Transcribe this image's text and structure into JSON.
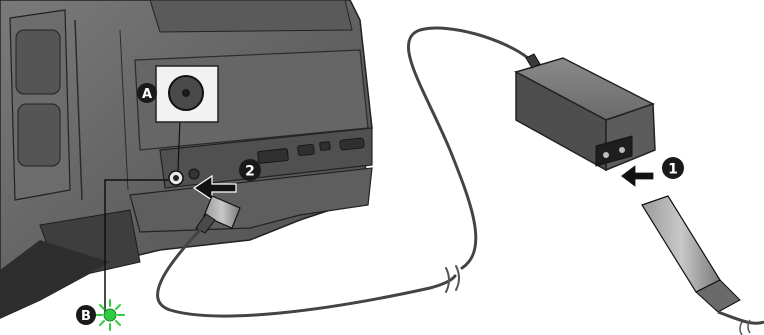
{
  "markers": {
    "a": "A",
    "b": "B",
    "step1": "1",
    "step2": "2"
  },
  "colors": {
    "camera_body": "#5c5c5c",
    "camera_dark": "#3a3a3a",
    "adapter_body": "#6e6e6e",
    "cable": "#555555",
    "marker_fill": "#1a1a1a",
    "indicator_light": "#2ecc40"
  },
  "icons": [
    "dc-in-jack-icon",
    "ac-adapter-icon",
    "ac-cable-plug-icon",
    "dc-plug-icon",
    "charge-lamp-icon",
    "insert-arrow-icon"
  ]
}
